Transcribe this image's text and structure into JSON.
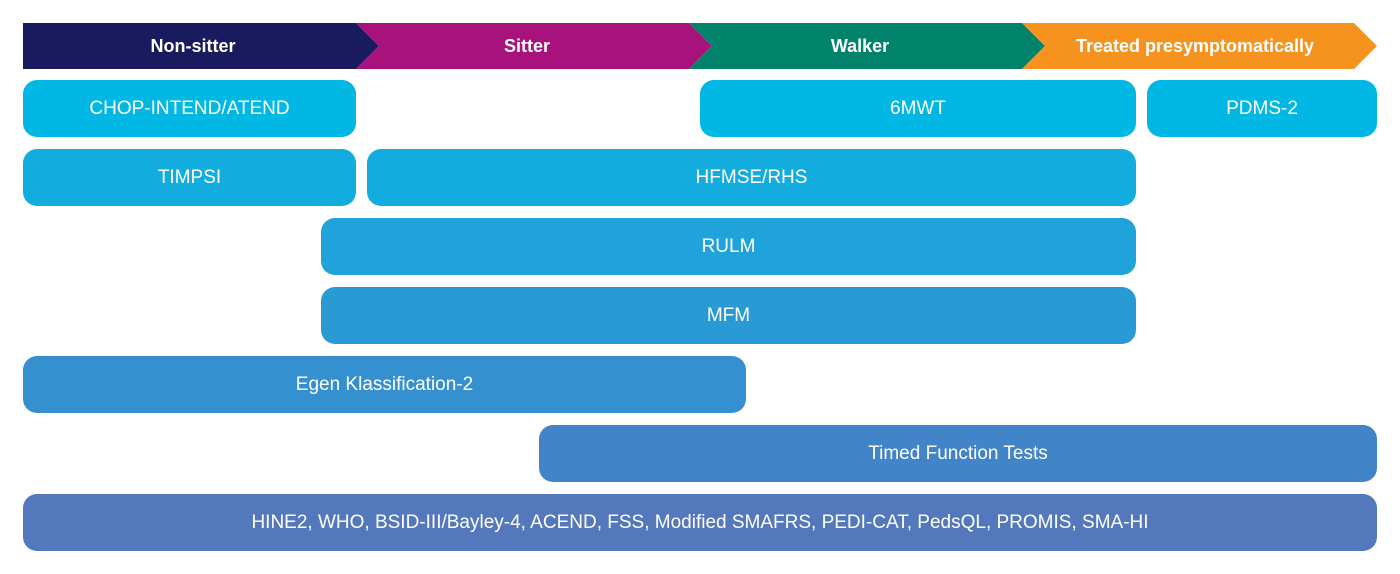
{
  "stages": [
    {
      "label": "Non-sitter",
      "color": "#1a1a5e"
    },
    {
      "label": "Sitter",
      "color": "#a8127c"
    },
    {
      "label": "Walker",
      "color": "#00836a"
    },
    {
      "label": "Treated presymptomatically",
      "color": "#f6931e"
    }
  ],
  "bars": [
    {
      "label": "CHOP-INTEND/ATEND",
      "color": "#00b8e3"
    },
    {
      "label": "6MWT",
      "color": "#00b8e3"
    },
    {
      "label": "PDMS-2",
      "color": "#00b8e3"
    },
    {
      "label": "TIMPSI",
      "color": "#13acdf"
    },
    {
      "label": "HFMSE/RHS",
      "color": "#13acdf"
    },
    {
      "label": "RULM",
      "color": "#1fa3da"
    },
    {
      "label": "MFM",
      "color": "#2a9ad5"
    },
    {
      "label": "Egen Klassification-2",
      "color": "#3590d0"
    },
    {
      "label": "Timed Function Tests",
      "color": "#4284c8"
    },
    {
      "label": "HINE2, WHO, BSID-III/Bayley-4, ACEND, FSS, Modified SMAFRS, PEDI-CAT, PedsQL, PROMIS, SMA-HI",
      "color": "#5478bc"
    }
  ]
}
